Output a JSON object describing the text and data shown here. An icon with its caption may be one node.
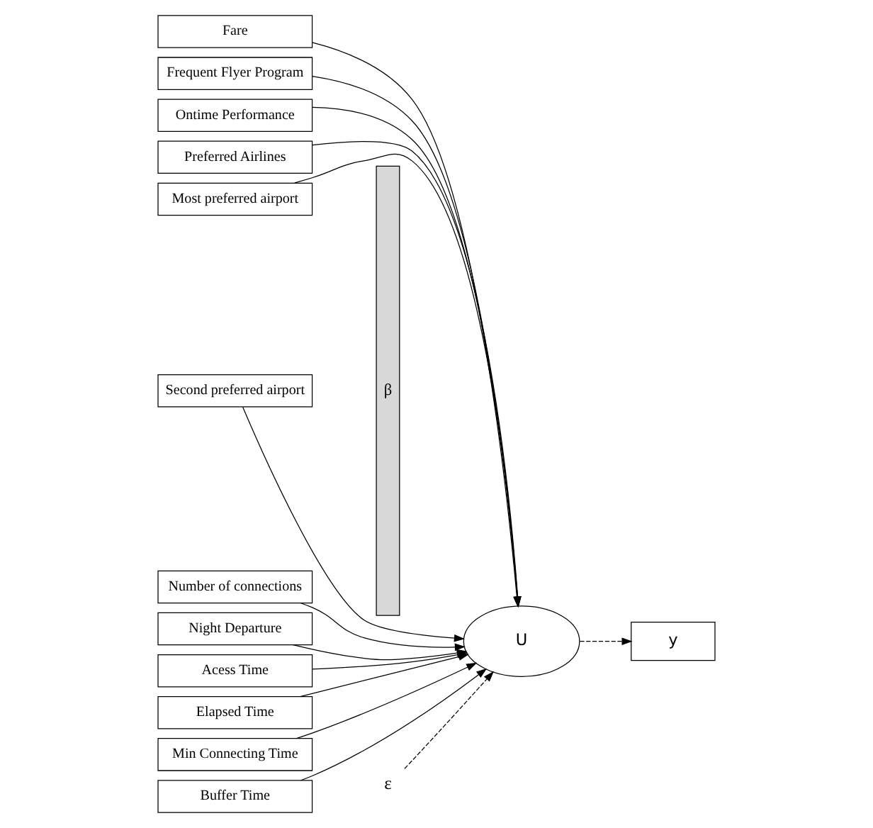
{
  "diagram": {
    "nodes": [
      {
        "text": [
          "Fare"
        ]
      },
      {
        "text": [
          "Frequent Flyer Program"
        ]
      },
      {
        "text": [
          "Ontime Performance"
        ]
      },
      {
        "text": [
          "Preferred Airlines"
        ]
      },
      {
        "text": [
          "Most preferred airport"
        ]
      },
      {
        "text": [
          "Second preferred airport"
        ]
      },
      {
        "text": [
          "Number of connections"
        ]
      },
      {
        "text": [
          "Night Departure"
        ]
      },
      {
        "text": [
          "Acess Time"
        ]
      },
      {
        "text": [
          "Elapsed Time"
        ]
      },
      {
        "text": [
          "Min Connecting Time"
        ]
      },
      {
        "text": [
          "Buffer Time"
        ]
      },
      {
        "text": [
          "β"
        ]
      },
      {
        "text": [
          "U"
        ]
      },
      {
        "text": [
          "y"
        ]
      },
      {
        "text": [
          "ε"
        ]
      }
    ],
    "edges": [
      {
        "from": 0,
        "to": 13,
        "arrow": "to"
      },
      {
        "from": 1,
        "to": 13,
        "arrow": "to"
      },
      {
        "from": 2,
        "to": 13,
        "arrow": "to"
      },
      {
        "from": 3,
        "to": 13,
        "arrow": "to"
      },
      {
        "from": 4,
        "to": 13,
        "arrow": "to"
      },
      {
        "from": 5,
        "to": 13,
        "arrow": "to"
      },
      {
        "from": 6,
        "to": 13,
        "arrow": "to"
      },
      {
        "from": 7,
        "to": 13,
        "arrow": "to"
      },
      {
        "from": 8,
        "to": 13,
        "arrow": "to"
      },
      {
        "from": 9,
        "to": 13,
        "arrow": "to"
      },
      {
        "from": 10,
        "to": 13,
        "arrow": "to"
      },
      {
        "from": 11,
        "to": 13,
        "arrow": "to"
      },
      {
        "from": 13,
        "to": 14,
        "arrow": "to",
        "style": "dashed"
      },
      {
        "from": 15,
        "to": 13,
        "arrow": "to",
        "style": "dashed"
      }
    ]
  }
}
